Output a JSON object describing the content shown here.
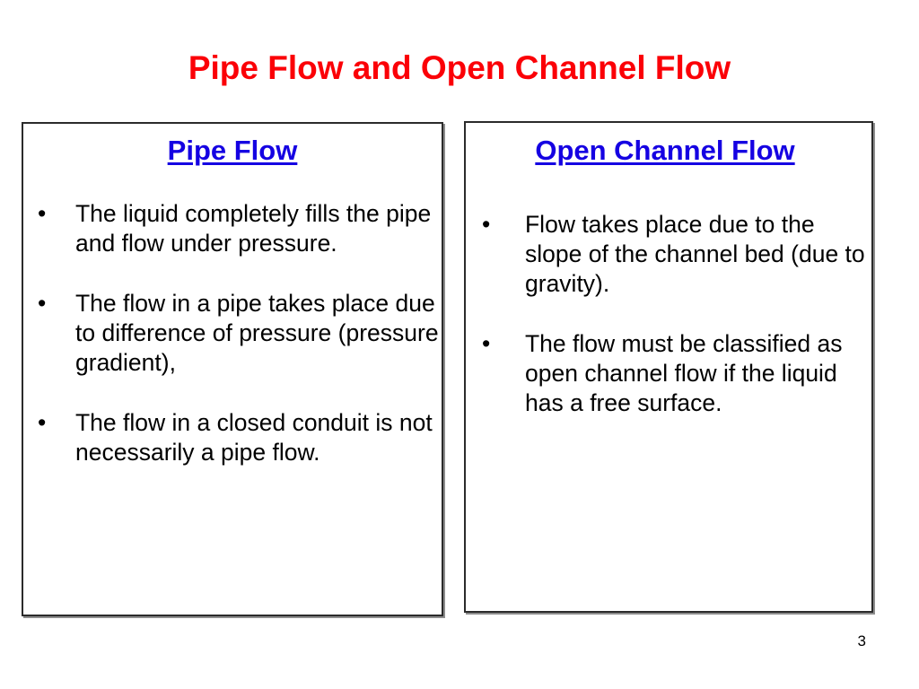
{
  "slide": {
    "title": "Pipe Flow and Open Channel Flow",
    "title_color": "#fb0007",
    "heading_color": "#1500e2",
    "body_color": "#000000",
    "background_color": "#ffffff",
    "page_number": "3"
  },
  "panels": [
    {
      "heading": "Pipe Flow",
      "bullet_marker": "•",
      "bullets": [
        "The liquid completely fills the pipe and flow under pressure.",
        "The flow in a pipe takes place due to difference of pressure (pressure gradient),",
        "The flow in a closed conduit is not necessarily a pipe flow."
      ]
    },
    {
      "heading": "Open Channel Flow",
      "bullet_marker": "•",
      "bullets": [
        "Flow takes place due to the slope of the channel bed (due to gravity).",
        "The flow must be classified as open channel flow if the liquid has a free surface."
      ]
    }
  ]
}
